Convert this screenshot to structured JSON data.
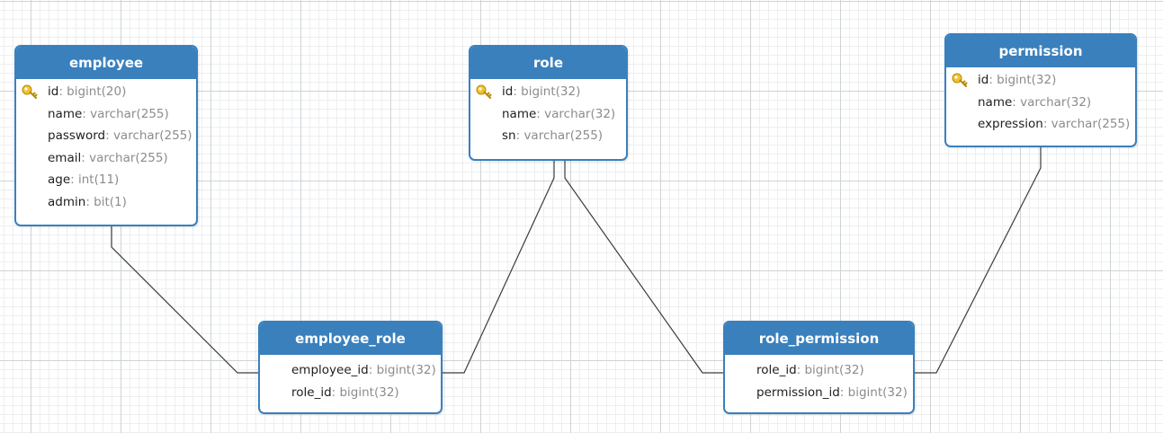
{
  "colors": {
    "header": "#3a80bd",
    "border": "#3a80bd",
    "header_text": "#ffffff",
    "attr_name": "#1e1e1e",
    "attr_type": "#8c8c8c",
    "connector": "#3c3c3c",
    "key_icon": "#e8b400"
  },
  "entities": [
    {
      "id": "employee",
      "title": "employee",
      "attributes": [
        {
          "name": "id",
          "sep": ": ",
          "type": "bigint(20)",
          "key": true
        },
        {
          "name": "name",
          "sep": ": ",
          "type": "varchar(255)"
        },
        {
          "name": "password",
          "sep": ": ",
          "type": "varchar(255)"
        },
        {
          "name": "email",
          "sep": ": ",
          "type": "varchar(255)"
        },
        {
          "name": "age",
          "sep": ": ",
          "type": "int(11)"
        },
        {
          "name": "admin",
          "sep": ": ",
          "type": "bit(1)"
        }
      ]
    },
    {
      "id": "role",
      "title": "role",
      "attributes": [
        {
          "name": "id",
          "sep": ": ",
          "type": "bigint(32)",
          "key": true
        },
        {
          "name": "name",
          "sep": ": ",
          "type": "varchar(32)"
        },
        {
          "name": "sn",
          "sep": ": ",
          "type": "varchar(255)"
        }
      ]
    },
    {
      "id": "permission",
      "title": "permission",
      "attributes": [
        {
          "name": "id",
          "sep": ": ",
          "type": "bigint(32)",
          "key": true
        },
        {
          "name": "name",
          "sep": ": ",
          "type": "varchar(32)"
        },
        {
          "name": "expression",
          "sep": ": ",
          "type": "varchar(255)"
        }
      ]
    },
    {
      "id": "employee_role",
      "title": "employee_role",
      "attributes": [
        {
          "name": "employee_id",
          "sep": ": ",
          "type": "bigint(32)"
        },
        {
          "name": "role_id",
          "sep": ": ",
          "type": "bigint(32)"
        }
      ]
    },
    {
      "id": "role_permission",
      "title": "role_permission",
      "attributes": [
        {
          "name": "role_id",
          "sep": ": ",
          "type": "bigint(32)"
        },
        {
          "name": "permission_id",
          "sep": ": ",
          "type": "bigint(32)"
        }
      ]
    }
  ],
  "relationships": [
    {
      "from": "employee",
      "to": "employee_role"
    },
    {
      "from": "role",
      "to": "employee_role"
    },
    {
      "from": "role",
      "to": "role_permission"
    },
    {
      "from": "permission",
      "to": "role_permission"
    }
  ]
}
